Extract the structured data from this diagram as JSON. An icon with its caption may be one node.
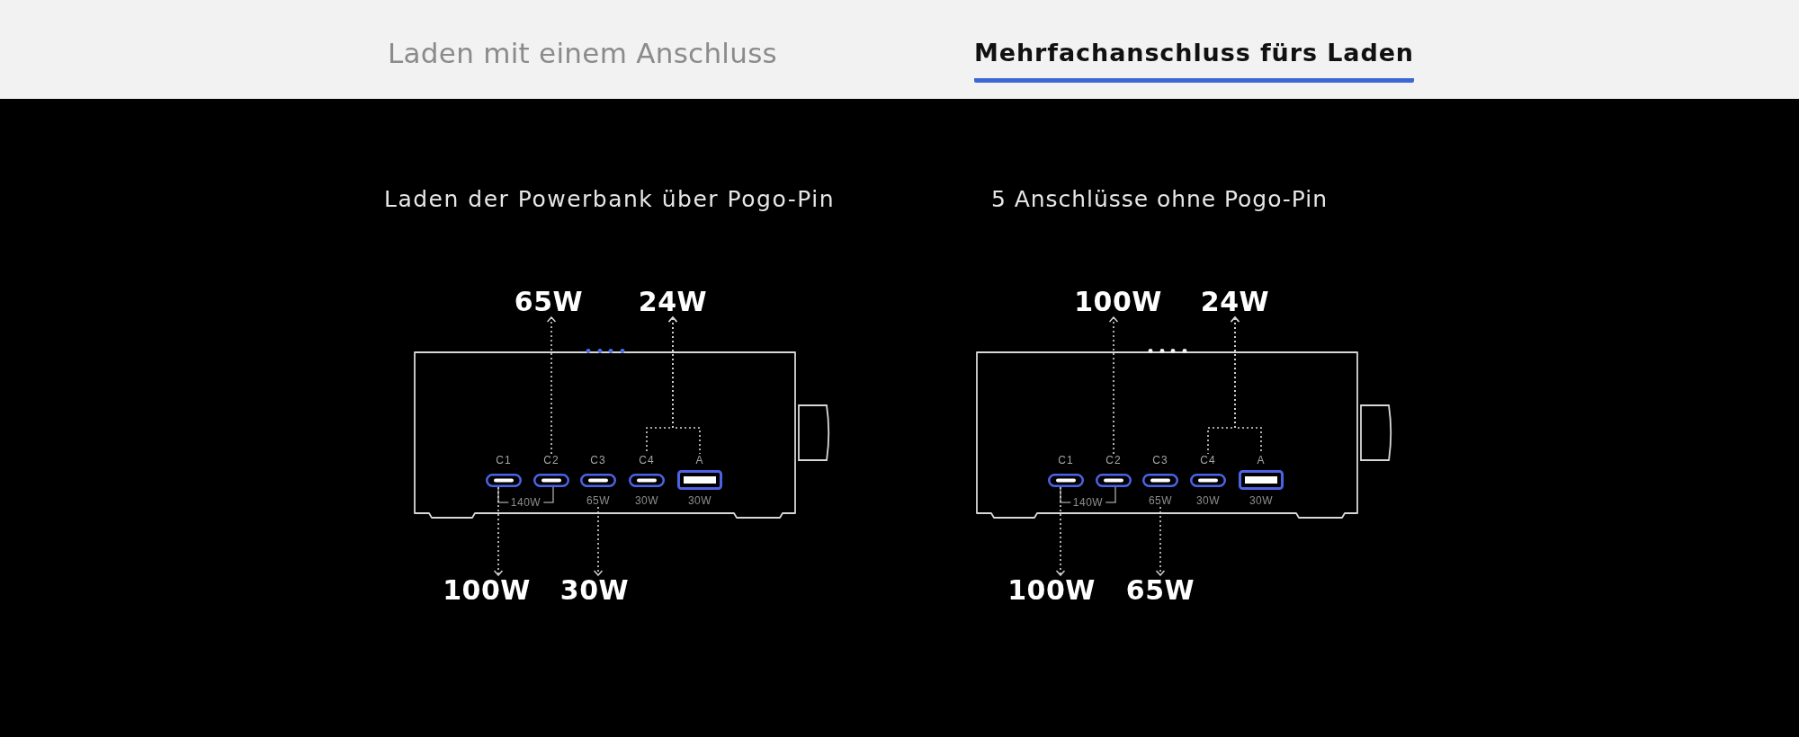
{
  "diagram": {
    "nodes": [
      {
        "text": [
          "65W"
        ]
      },
      {
        "text": [
          "24W"
        ]
      },
      {
        "text": [],
        "shape": "box"
      },
      {
        "text": [
          "C1"
        ],
        "in": 2
      },
      {
        "text": [
          "C2"
        ],
        "in": 2
      },
      {
        "text": [
          "C3"
        ],
        "in": 2,
        "beside": [
          "65W"
        ]
      },
      {
        "text": [
          "C4"
        ],
        "in": 2,
        "beside": [
          "30W"
        ]
      },
      {
        "text": [
          "A"
        ],
        "in": 2,
        "beside": [
          "30W"
        ]
      },
      {
        "text": [
          "100W"
        ]
      },
      {
        "text": [
          "30W"
        ]
      },
      {
        "text": [
          "100W"
        ]
      },
      {
        "text": [
          "24W"
        ]
      },
      {
        "text": [],
        "shape": "box"
      },
      {
        "text": [
          "C1"
        ],
        "in": 12
      },
      {
        "text": [
          "C2"
        ],
        "in": 12
      },
      {
        "text": [
          "C3"
        ],
        "in": 12,
        "beside": [
          "65W"
        ]
      },
      {
        "text": [
          "C4"
        ],
        "in": 12,
        "beside": [
          "30W"
        ]
      },
      {
        "text": [
          "A"
        ],
        "in": 12,
        "beside": [
          "30W"
        ]
      },
      {
        "text": [
          "100W"
        ]
      },
      {
        "text": [
          "65W"
        ]
      }
    ],
    "edges": [
      {
        "from": 4,
        "to": 0,
        "arrow": "to",
        "style": "dashed"
      },
      {
        "from": 6,
        "to": 1,
        "arrow": "to",
        "style": "dashed"
      },
      {
        "from": 7,
        "to": 1,
        "arrow": "to",
        "style": "dashed"
      },
      {
        "from": 3,
        "to": 4,
        "arrow": "none",
        "label": "140W",
        "color": "#8c8c8c"
      },
      {
        "from": 3,
        "to": 8,
        "arrow": "to",
        "style": "dashed"
      },
      {
        "from": 5,
        "to": 9,
        "arrow": "to",
        "style": "dashed"
      },
      {
        "from": 14,
        "to": 10,
        "arrow": "to",
        "style": "dashed"
      },
      {
        "from": 16,
        "to": 11,
        "arrow": "to",
        "style": "dashed"
      },
      {
        "from": 17,
        "to": 11,
        "arrow": "to",
        "style": "dashed"
      },
      {
        "from": 13,
        "to": 14,
        "arrow": "none",
        "label": "140W",
        "color": "#8c8c8c"
      },
      {
        "from": 13,
        "to": 18,
        "arrow": "to",
        "style": "dashed"
      },
      {
        "from": 15,
        "to": 19,
        "arrow": "to",
        "style": "dashed"
      }
    ],
    "labels": [
      "Laden mit einem Anschluss",
      "Mehrfachanschluss fürs Laden",
      "Laden der Powerbank über Pogo-Pin",
      "5 Anschlüsse ohne Pogo-Pin"
    ]
  }
}
